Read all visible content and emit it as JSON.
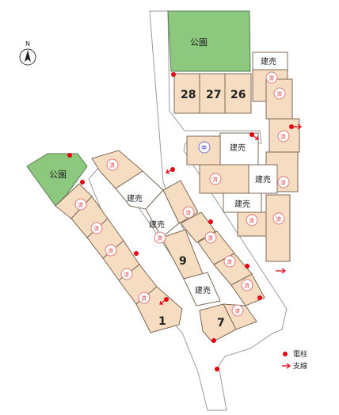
{
  "north": {
    "letter": "N",
    "icon": "north-arrow-icon"
  },
  "parks": [
    {
      "label": "公園"
    },
    {
      "label": "公園"
    }
  ],
  "lot_numbers": {
    "l28": "28",
    "l27": "27",
    "l26": "26",
    "l9": "9",
    "l7": "7",
    "l1": "1"
  },
  "labels": {
    "sale": "建売",
    "sold": "済",
    "request": "申"
  },
  "legend": {
    "pole": "電柱",
    "guy": "支線"
  },
  "colors": {
    "lot": "#f6dcc0",
    "park": "#8cc87e",
    "pole": "#e60012",
    "sold_mark": "#e07a7a",
    "request_mark": "#7a7acc"
  }
}
